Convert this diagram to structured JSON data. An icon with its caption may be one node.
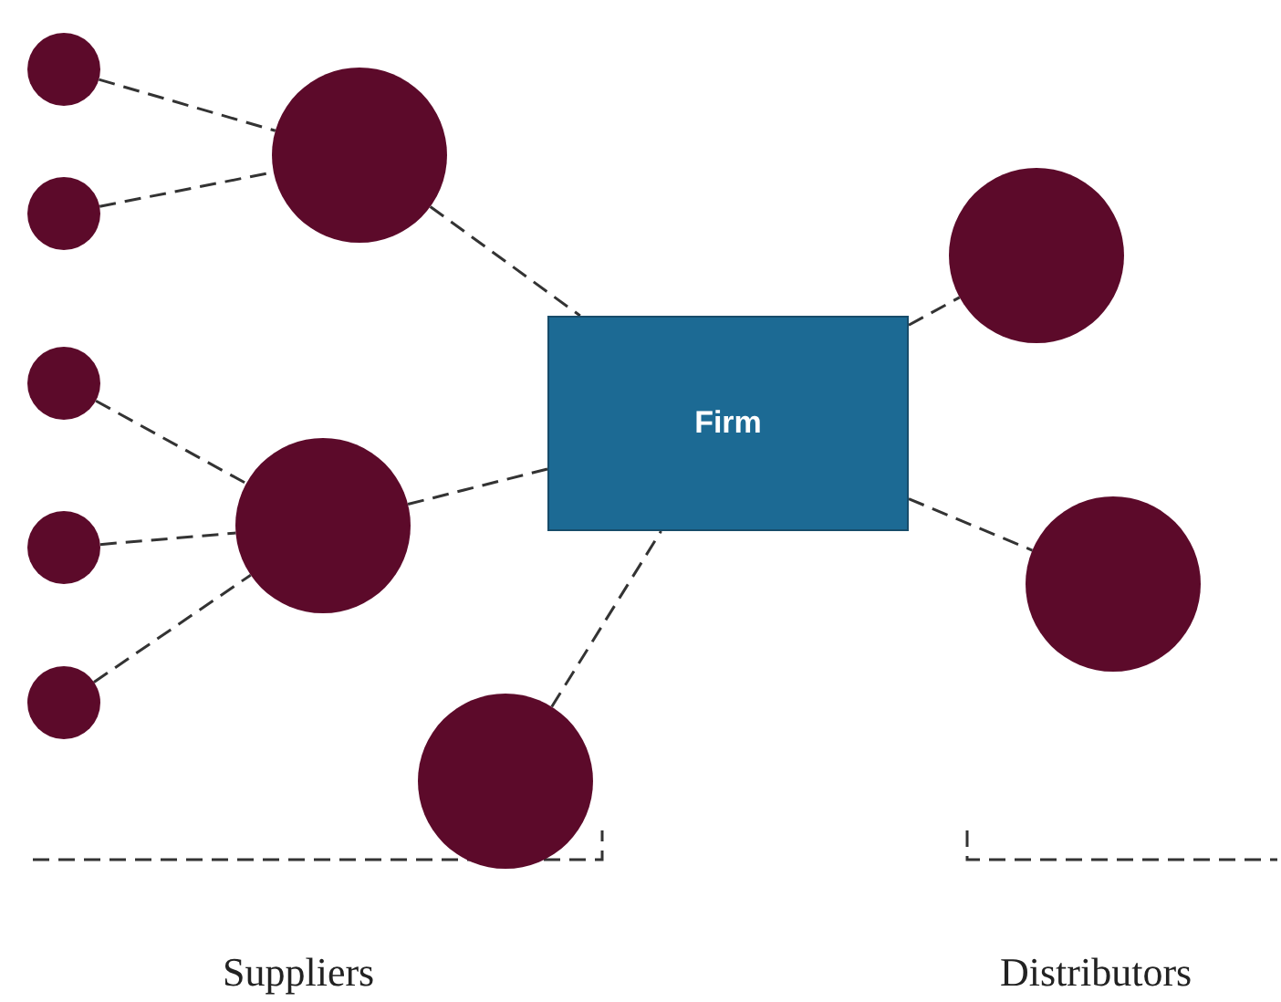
{
  "diagram": {
    "nodes": [
      {
        "text": [],
        "shape": "circle"
      },
      {
        "text": [],
        "shape": "circle"
      },
      {
        "text": [],
        "shape": "circle"
      },
      {
        "text": [],
        "shape": "circle"
      },
      {
        "text": [
          "Firm"
        ]
      },
      {
        "text": [],
        "shape": "circle"
      },
      {
        "text": [],
        "shape": "circle"
      },
      {
        "text": [],
        "shape": "circle"
      },
      {
        "text": [],
        "shape": "circle"
      },
      {
        "text": [],
        "shape": "circle"
      },
      {
        "text": [],
        "shape": "circle"
      }
    ],
    "edges": [
      {
        "from": 0,
        "to": 1,
        "arrow": "none",
        "style": "dashed"
      },
      {
        "from": 2,
        "to": 1,
        "arrow": "none",
        "style": "dashed"
      },
      {
        "from": 1,
        "to": 4,
        "arrow": "none",
        "style": "dashed"
      },
      {
        "from": 5,
        "to": 6,
        "arrow": "none",
        "style": "dashed"
      },
      {
        "from": 7,
        "to": 6,
        "arrow": "none",
        "style": "dashed"
      },
      {
        "from": 9,
        "to": 6,
        "arrow": "none",
        "style": "dashed"
      },
      {
        "from": 6,
        "to": 4,
        "arrow": "none",
        "style": "dashed"
      },
      {
        "from": 10,
        "to": 4,
        "arrow": "none",
        "style": "dashed"
      },
      {
        "from": 4,
        "to": 3,
        "arrow": "none",
        "style": "dashed"
      },
      {
        "from": 4,
        "to": 8,
        "arrow": "none",
        "style": "dashed"
      }
    ],
    "labels": [
      "Suppliers",
      "Distributors"
    ]
  }
}
